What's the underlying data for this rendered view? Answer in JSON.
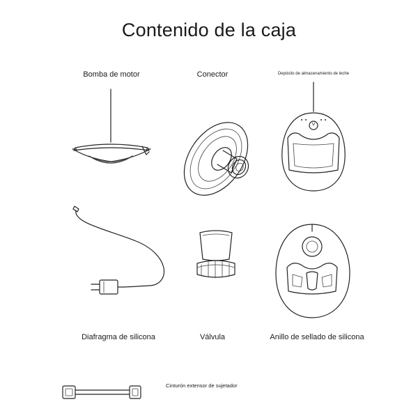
{
  "title": "Contenido de la caja",
  "items": [
    {
      "label": "Bomba de motor",
      "icon": "motor-pump-icon"
    },
    {
      "label": "Conector",
      "icon": "connector-flange-icon"
    },
    {
      "label": "Depósito de almacenamiento de leche",
      "icon": "milk-container-icon"
    },
    {
      "label": "Diafragma de silicona",
      "icon": "charging-cable-icon"
    },
    {
      "label": "Válvula",
      "icon": "valve-icon"
    },
    {
      "label": "Anillo de sellado de silicona",
      "icon": "sealing-ring-icon"
    },
    {
      "label": "Cinturón extensor de sujetador",
      "icon": "bra-extender-belt-icon"
    }
  ]
}
